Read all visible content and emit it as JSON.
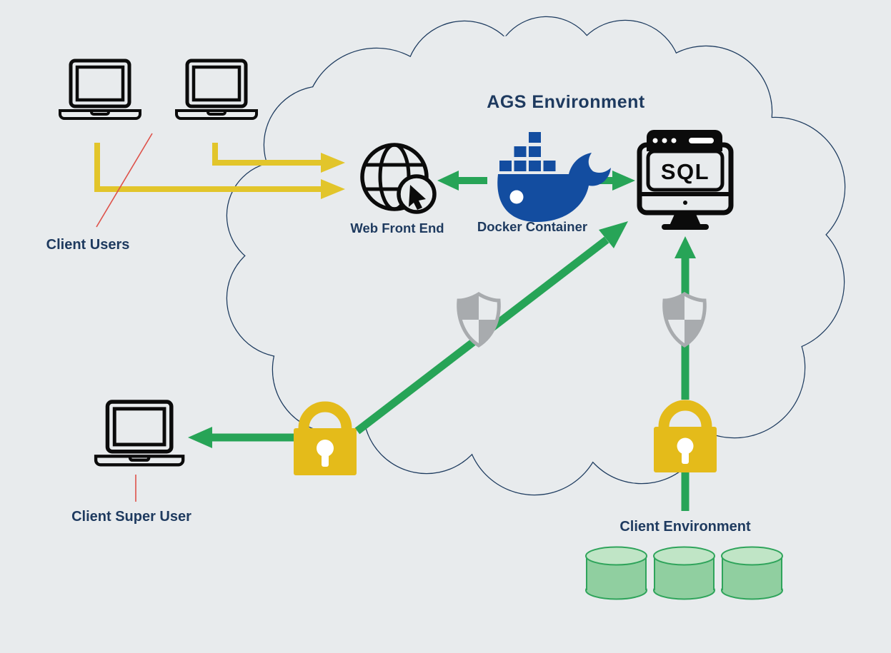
{
  "diagram": {
    "title": "AGS Environment",
    "nodes": {
      "client_users": {
        "label": "Client Users",
        "icon": "laptop-icon",
        "laptop_count": 2
      },
      "client_super_user": {
        "label": "Client Super User",
        "icon": "laptop-icon"
      },
      "web_front_end": {
        "label": "Web Front End",
        "icon": "globe-cursor-icon"
      },
      "docker_container": {
        "label": "Docker Container",
        "icon": "docker-whale-icon"
      },
      "sql_server": {
        "label": "SQL",
        "icon": "sql-monitor-icon"
      },
      "client_environment": {
        "label": "Client Environment",
        "icon": "database-cylinder-icon",
        "database_count": 3
      }
    },
    "security": {
      "shield_count": 2,
      "lock_count": 2
    },
    "connections": [
      "client-user-1 -> web-front-end (yellow)",
      "client-user-2 -> web-front-end (yellow)",
      "docker-container -> web-front-end (green)",
      "docker-container -> sql-server (green)",
      "lock-left -> sql-server via shield (green diagonal)",
      "lock-right -> sql-server via shield (green vertical)",
      "lock-left -> client-super-user (green)",
      "client-environment -> lock-right (green)"
    ],
    "colors": {
      "background": "#E8EBED",
      "navy_text": "#1E3A5F",
      "cloud_stroke": "#1C3A5E",
      "arrow_green": "#27A457",
      "arrow_yellow": "#E2C52B",
      "lock_gold": "#E4BB1A",
      "docker_blue": "#134DA0",
      "shield_gray": "#A8ABAE",
      "db_body": "#90CFA0",
      "db_top": "#C0E5C6",
      "db_stroke": "#2FA45B",
      "leader_red": "#DE5149",
      "icon_black": "#0B0B0B"
    }
  }
}
